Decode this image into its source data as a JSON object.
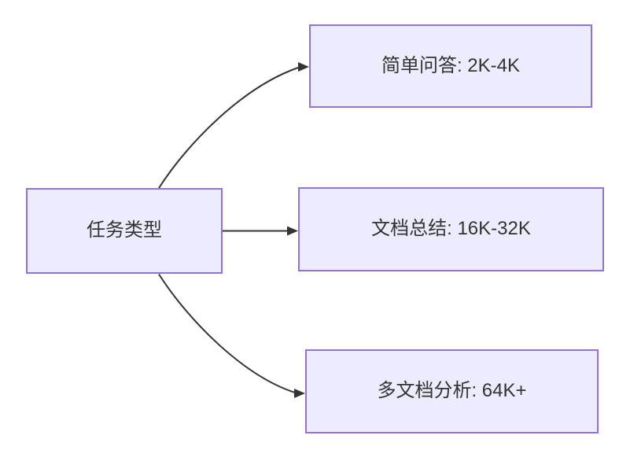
{
  "diagram": {
    "root": {
      "label": "任务类型"
    },
    "branches": [
      {
        "label": "简单问答: 2K-4K"
      },
      {
        "label": "文档总结: 16K-32K"
      },
      {
        "label": "多文档分析: 64K+"
      }
    ],
    "colors": {
      "node_fill": "#ECECFF",
      "node_border": "#9370DB",
      "edge_color": "#333333",
      "text_color": "#333333",
      "background": "#FFFFFF"
    }
  }
}
